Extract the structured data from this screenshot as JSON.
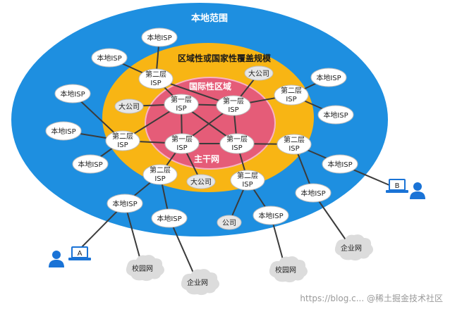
{
  "zones": {
    "local": "本地范围",
    "regional": "区域性或国家性覆盖规模",
    "international": "国际性区域",
    "backbone": "主干网"
  },
  "node_types": {
    "local_isp": "本地ISP",
    "tier1": [
      "第一层",
      "ISP"
    ],
    "tier2": [
      "第二层",
      "ISP"
    ],
    "big_company": "大公司",
    "company": "公司",
    "campus_net": "校园网",
    "enterprise_net": "企业网"
  },
  "users": {
    "a": "A",
    "b": "B"
  },
  "watermark": "https://blog.c...  @稀土掘金技术社区",
  "colors": {
    "local_zone": "#1e8fe0",
    "regional_zone": "#f8b514",
    "international_zone": "#e55c78",
    "international_border": "#f7b3c4",
    "link": "#3b3b3b",
    "user": "#1a73d6"
  }
}
